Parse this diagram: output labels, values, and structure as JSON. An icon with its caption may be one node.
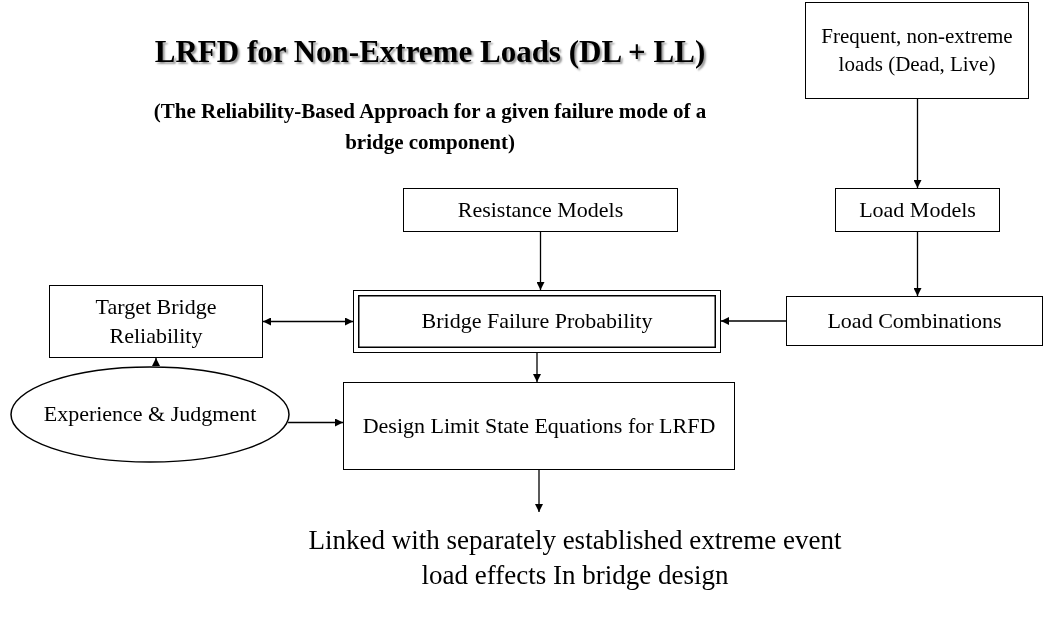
{
  "diagram": {
    "title": "LRFD for Non-Extreme Loads (DL + LL)",
    "nodes": [
      {
        "text": [
          "Frequent, non-extreme loads (Dead, Live)"
        ]
      },
      {
        "text": [
          "Load Models"
        ]
      },
      {
        "text": [
          "Resistance Models"
        ]
      },
      {
        "text": [
          "Target Bridge Reliability"
        ]
      },
      {
        "text": [
          "Bridge Failure Probability"
        ]
      },
      {
        "text": [
          "Load Combinations"
        ]
      },
      {
        "text": [
          "Experience & Judgment"
        ]
      },
      {
        "text": [
          "Design Limit State Equations for LRFD"
        ]
      },
      {
        "text": [
          "Linked with separately established extreme event load effects In bridge design"
        ]
      }
    ],
    "edges": [
      {
        "from": 0,
        "to": 1,
        "arrow": "to"
      },
      {
        "from": 1,
        "to": 5,
        "arrow": "to"
      },
      {
        "from": 2,
        "to": 4,
        "arrow": "to"
      },
      {
        "from": 5,
        "to": 4,
        "arrow": "to"
      },
      {
        "from": 4,
        "to": 3,
        "arrow": "both"
      },
      {
        "from": 6,
        "to": 3,
        "arrow": "to"
      },
      {
        "from": 6,
        "to": 7,
        "arrow": "to"
      },
      {
        "from": 4,
        "to": 7,
        "arrow": "to"
      },
      {
        "from": 7,
        "to": 8,
        "arrow": "to"
      }
    ],
    "labels": [
      "(The Reliability-Based Approach for a given failure mode of a bridge component)"
    ]
  }
}
